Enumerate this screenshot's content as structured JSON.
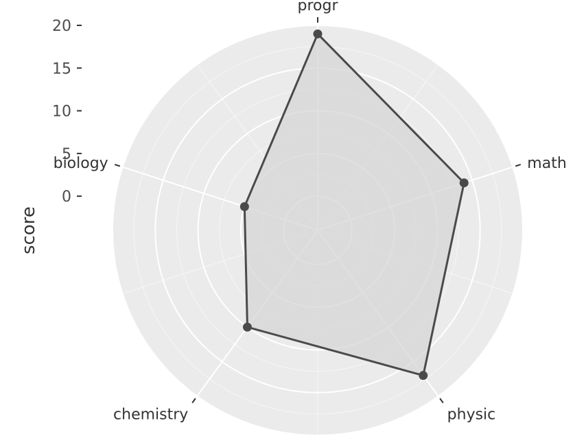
{
  "chart_data": {
    "type": "radar",
    "categories": [
      "progr",
      "math",
      "physic",
      "chemistry",
      "biology"
    ],
    "values": [
      19,
      14,
      17,
      10,
      5
    ],
    "y_ticks": [
      0,
      5,
      10,
      15,
      20
    ],
    "ylabel": "score",
    "ylim": [
      -4,
      20
    ],
    "grid": true,
    "colors": {
      "panel_background": "#ebebeb",
      "grid_major": "#ffffff",
      "line": "#4a4a4a",
      "fill": "#d6d6d6",
      "point": "#4a4a4a"
    }
  }
}
